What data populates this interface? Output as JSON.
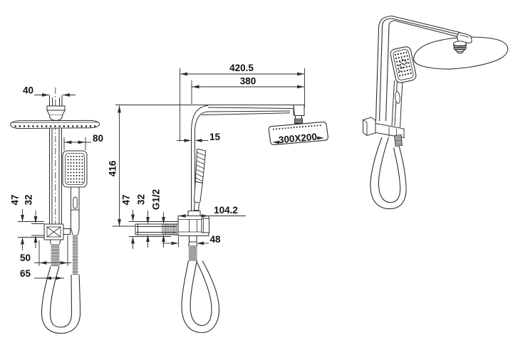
{
  "drawing": {
    "title": "Shower column technical drawing",
    "background": "#ffffff",
    "line_color": "#2e2e2e",
    "text_color": "#111111",
    "front_view": {
      "name": "front elevation",
      "labels": {
        "ceiling_arm_width": "40",
        "hand_shower_width": "80",
        "bracket_offset_47": "47",
        "bracket_offset_32": "32",
        "hose_offset_50": "50",
        "hose_offset_65": "65"
      }
    },
    "side_view": {
      "name": "side elevation",
      "labels": {
        "overall_projection": "420.5",
        "arm_projection": "380",
        "pipe_width": "15",
        "head_size": "300X200",
        "riser_height": "416",
        "bracket_offset_47": "47",
        "bracket_offset_32": "32",
        "inlet_thread": "G1/2",
        "bracket_width": "104.2",
        "hose_offset_48": "48"
      }
    },
    "perspective_view": {
      "name": "perspective rendering"
    }
  }
}
